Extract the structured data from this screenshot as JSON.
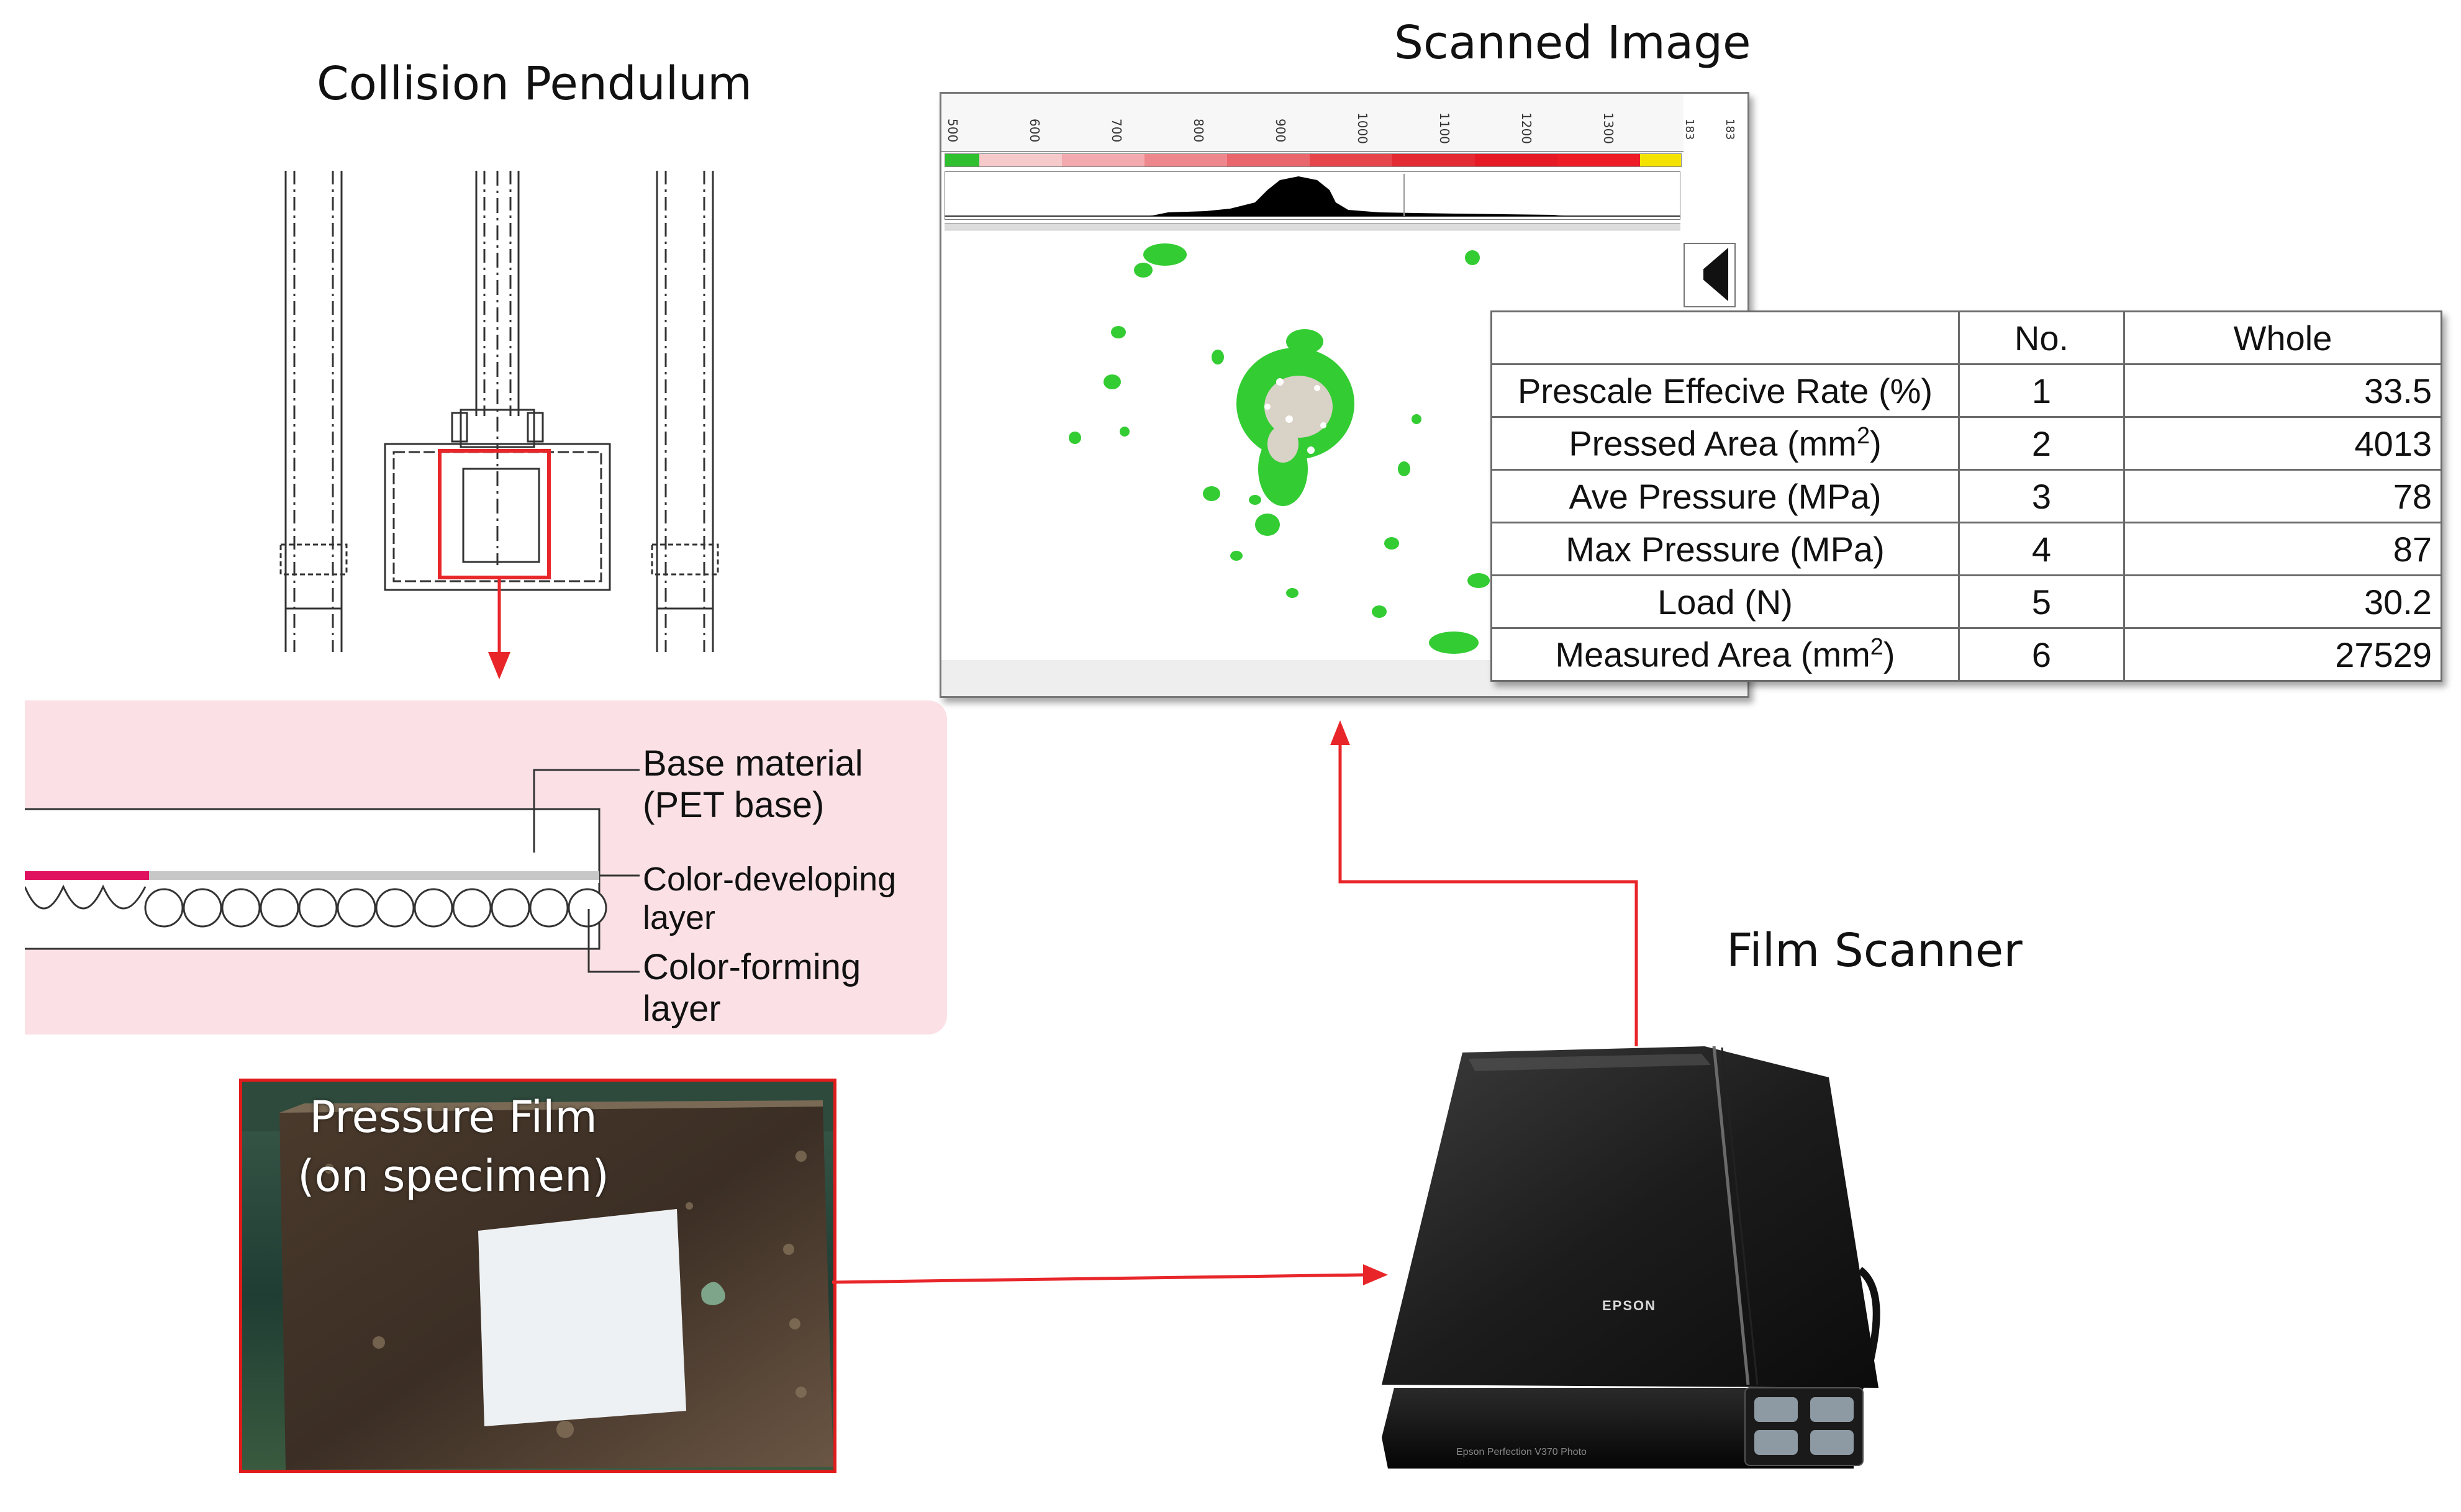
{
  "titles": {
    "pendulum": "Collision Pendulum",
    "scanned": "Scanned Image",
    "scanner": "Film Scanner"
  },
  "film_layers": {
    "base": [
      "Base material",
      "(PET base)"
    ],
    "developing": [
      "Color-developing",
      "layer"
    ],
    "forming": [
      "Color-forming",
      "layer"
    ]
  },
  "photo": {
    "line1": "Pressure Film",
    "line2": "(on specimen)"
  },
  "scan_window": {
    "ruler_ticks": [
      "500",
      "600",
      "700",
      "800",
      "900",
      "1000",
      "1100",
      "1200",
      "1300"
    ],
    "side_labels": [
      "183",
      "183"
    ]
  },
  "scanner_brand": "EPSON",
  "table": {
    "headers": [
      "",
      "No.",
      "Whole"
    ],
    "rows": [
      {
        "label": "Prescale Effecive Rate (%)",
        "no": "1",
        "value": "33.5"
      },
      {
        "label": "Pressed Area (mm",
        "sup": "2",
        "suffix": ")",
        "no": "2",
        "value": "4013"
      },
      {
        "label": "Ave Pressure (MPa)",
        "no": "3",
        "value": "78"
      },
      {
        "label": "Max Pressure (MPa)",
        "no": "4",
        "value": "87"
      },
      {
        "label": "Load (N)",
        "no": "5",
        "value": "30.2"
      },
      {
        "label": "Measured Area (mm",
        "sup": "2",
        "suffix": ")",
        "no": "6",
        "value": "27529"
      }
    ]
  },
  "colors": {
    "arrow": "#e8262a",
    "panel": "#fbe1e5",
    "developing_layer": "#e0115f",
    "green_spots": "#33cc33",
    "photo_frame": "#e01b1b"
  }
}
